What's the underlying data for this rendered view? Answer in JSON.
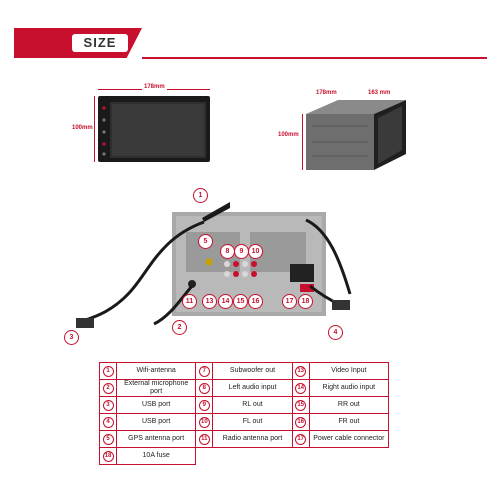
{
  "header": {
    "title": "SIZE"
  },
  "dimensions": {
    "front_width": "178mm",
    "front_height": "100mm",
    "side_width": "178mm",
    "side_depth": "163 mm",
    "side_height": "100mm"
  },
  "callouts": [
    "1",
    "2",
    "3",
    "4",
    "5",
    "8",
    "9",
    "10",
    "11",
    "13",
    "14",
    "15",
    "16",
    "17",
    "18"
  ],
  "legend": {
    "rows": [
      [
        {
          "num": "1",
          "text": "Wifi-antenna"
        },
        {
          "num": "7",
          "text": "Subwoofer out"
        },
        {
          "num": "13",
          "text": "Video Input"
        }
      ],
      [
        {
          "num": "2",
          "text": "External microphone port"
        },
        {
          "num": "8",
          "text": "Left audio input"
        },
        {
          "num": "14",
          "text": "Right audio input"
        }
      ],
      [
        {
          "num": "3",
          "text": "USB port"
        },
        {
          "num": "9",
          "text": "RL out"
        },
        {
          "num": "15",
          "text": "RR out"
        }
      ],
      [
        {
          "num": "4",
          "text": "USB port"
        },
        {
          "num": "10",
          "text": "FL out"
        },
        {
          "num": "16",
          "text": "FR out"
        }
      ],
      [
        {
          "num": "5",
          "text": "GPS antenna port"
        },
        {
          "num": "11",
          "text": "Radio antenna port"
        },
        {
          "num": "17",
          "text": "Power cable connector"
        }
      ],
      [
        {
          "num": "18",
          "text": "10A fuse"
        }
      ]
    ]
  }
}
